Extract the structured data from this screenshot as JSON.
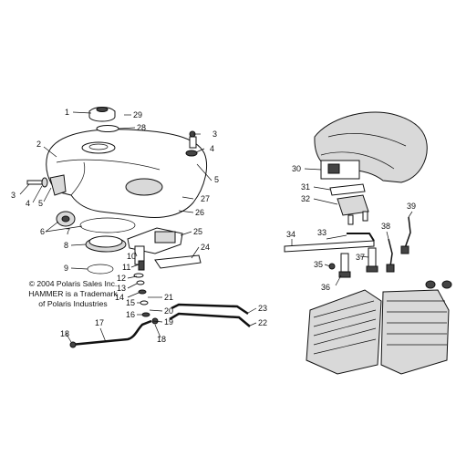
{
  "copyright": {
    "line1": "© 2004 Polaris Sales Inc.",
    "line2": "HAMMER is a Trademark",
    "line3": "of Polaris Industries"
  },
  "callouts": {
    "n1": "1",
    "n2": "2",
    "n3a": "3",
    "n3b": "3",
    "n4a": "4",
    "n4b": "4",
    "n5a": "5",
    "n5b": "5",
    "n6": "6",
    "n7": "7",
    "n8": "8",
    "n9": "9",
    "n10": "10",
    "n11": "11",
    "n12": "12",
    "n13": "13",
    "n14": "14",
    "n15": "15",
    "n16": "16",
    "n17": "17",
    "n18a": "18",
    "n18b": "18",
    "n19": "19",
    "n20": "20",
    "n21": "21",
    "n22": "22",
    "n23": "23",
    "n24": "24",
    "n25": "25",
    "n26": "26",
    "n27": "27",
    "n28": "28",
    "n29": "29",
    "n30": "30",
    "n31": "31",
    "n32": "32",
    "n33": "33",
    "n34": "34",
    "n35": "35",
    "n36": "36",
    "n37": "37",
    "n38": "38",
    "n39": "39"
  }
}
